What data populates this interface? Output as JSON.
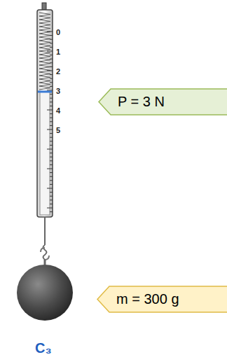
{
  "diagram": {
    "nodes": [
      {
        "text": [
          "P = 3 N"
        ]
      },
      {
        "text": [
          "m = 300 g"
        ]
      }
    ],
    "labels": [
      "0",
      "1",
      "2",
      "3",
      "4",
      "5",
      "C₃"
    ]
  }
}
